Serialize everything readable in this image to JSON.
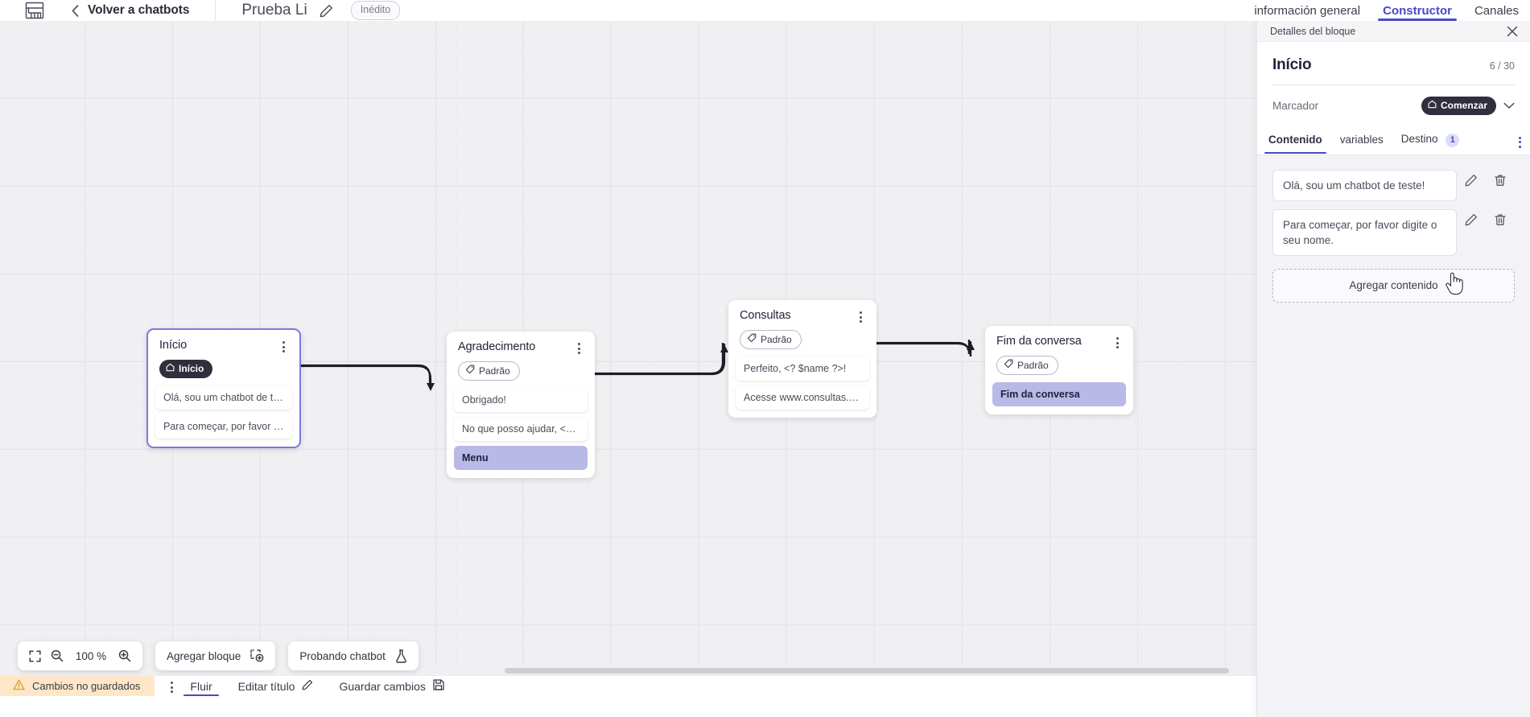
{
  "topbar": {
    "logo_icon": "app-logo-icon",
    "back_chevron_icon": "chevron-left-icon",
    "back_label": "Volver a chatbots",
    "doc_title": "Prueba Li",
    "edit_title_icon": "pencil-icon",
    "status_pill": "Inédito"
  },
  "right_tabs": [
    {
      "label": "información general",
      "active": false
    },
    {
      "label": "Constructor",
      "active": true
    },
    {
      "label": "Canales",
      "active": false
    }
  ],
  "panel": {
    "header_label": "Detalles del bloque",
    "close_icon": "close-icon",
    "title": "Início",
    "count": "6 / 30",
    "marcador_label": "Marcador",
    "marcador_value": "Comenzar",
    "marcador_icon": "home-icon",
    "marcador_chevron_icon": "chevron-down-icon",
    "tabs": [
      {
        "label": "Contenido",
        "active": true,
        "badge": ""
      },
      {
        "label": "variables",
        "active": false,
        "badge": ""
      },
      {
        "label": "Destino",
        "active": false,
        "badge": "1"
      }
    ],
    "overflow_icon": "kebab-menu-icon",
    "content_items": [
      {
        "text": "Olá, sou um chatbot de teste!",
        "edit_icon": "pencil-icon",
        "delete_icon": "trash-icon"
      },
      {
        "text": "Para começar, por favor digite o seu nome.",
        "edit_icon": "pencil-icon",
        "delete_icon": "trash-icon"
      }
    ],
    "add_content_label": "Agregar contenido"
  },
  "canvas": {
    "zoom_level": "100 %",
    "fit_icon": "fit-screen-icon",
    "zoom_out_icon": "zoom-out-icon",
    "zoom_in_icon": "zoom-in-icon",
    "add_block_label": "Agregar bloque",
    "add_block_icon": "add-block-icon",
    "test_chatbot_label": "Probando chatbot",
    "test_chatbot_icon": "flask-icon",
    "nodes": [
      {
        "id": "inicio",
        "title": "Início",
        "badge": "Início",
        "badge_style": "dark",
        "badge_icon": "home-icon",
        "selected": true,
        "messages": [
          {
            "text": "Olá, sou um chatbot de teste!",
            "highlight": false
          },
          {
            "text": "Para começar, por favor digite o ...",
            "highlight": false
          }
        ]
      },
      {
        "id": "agradecimento",
        "title": "Agradecimento",
        "badge": "Padrão",
        "badge_style": "outline",
        "badge_icon": "tag-icon",
        "selected": false,
        "messages": [
          {
            "text": "Obrigado!",
            "highlight": false
          },
          {
            "text": "No que posso ajudar, <? $name ...",
            "highlight": false
          },
          {
            "text": "Menu",
            "highlight": true
          }
        ]
      },
      {
        "id": "consultas",
        "title": "Consultas",
        "badge": "Padrão",
        "badge_style": "outline",
        "badge_icon": "tag-icon",
        "selected": false,
        "messages": [
          {
            "text": "Perfeito, <? $name ?>!",
            "highlight": false
          },
          {
            "text": "Acesse www.consultas.com par...",
            "highlight": false
          }
        ]
      },
      {
        "id": "fim",
        "title": "Fim da conversa",
        "badge": "Padrão",
        "badge_style": "outline",
        "badge_icon": "tag-icon",
        "selected": false,
        "messages": [
          {
            "text": "Fim da conversa",
            "highlight": true
          }
        ]
      }
    ]
  },
  "statusbar": {
    "unsaved_label": "Cambios no guardados",
    "warning_icon": "warning-icon",
    "kebab_icon": "kebab-menu-icon",
    "flow_label": "Fluir",
    "edit_title_label": "Editar título",
    "edit_title_icon": "pencil-icon",
    "save_label": "Guardar cambios",
    "save_icon": "save-icon"
  },
  "colors": {
    "accent": "#4a47c8",
    "node_selected": "#7c78e0",
    "highlight_msg": "#b9b9e8",
    "unsaved_bg": "#fde7c8",
    "canvas_bg": "#f0f0f2"
  }
}
